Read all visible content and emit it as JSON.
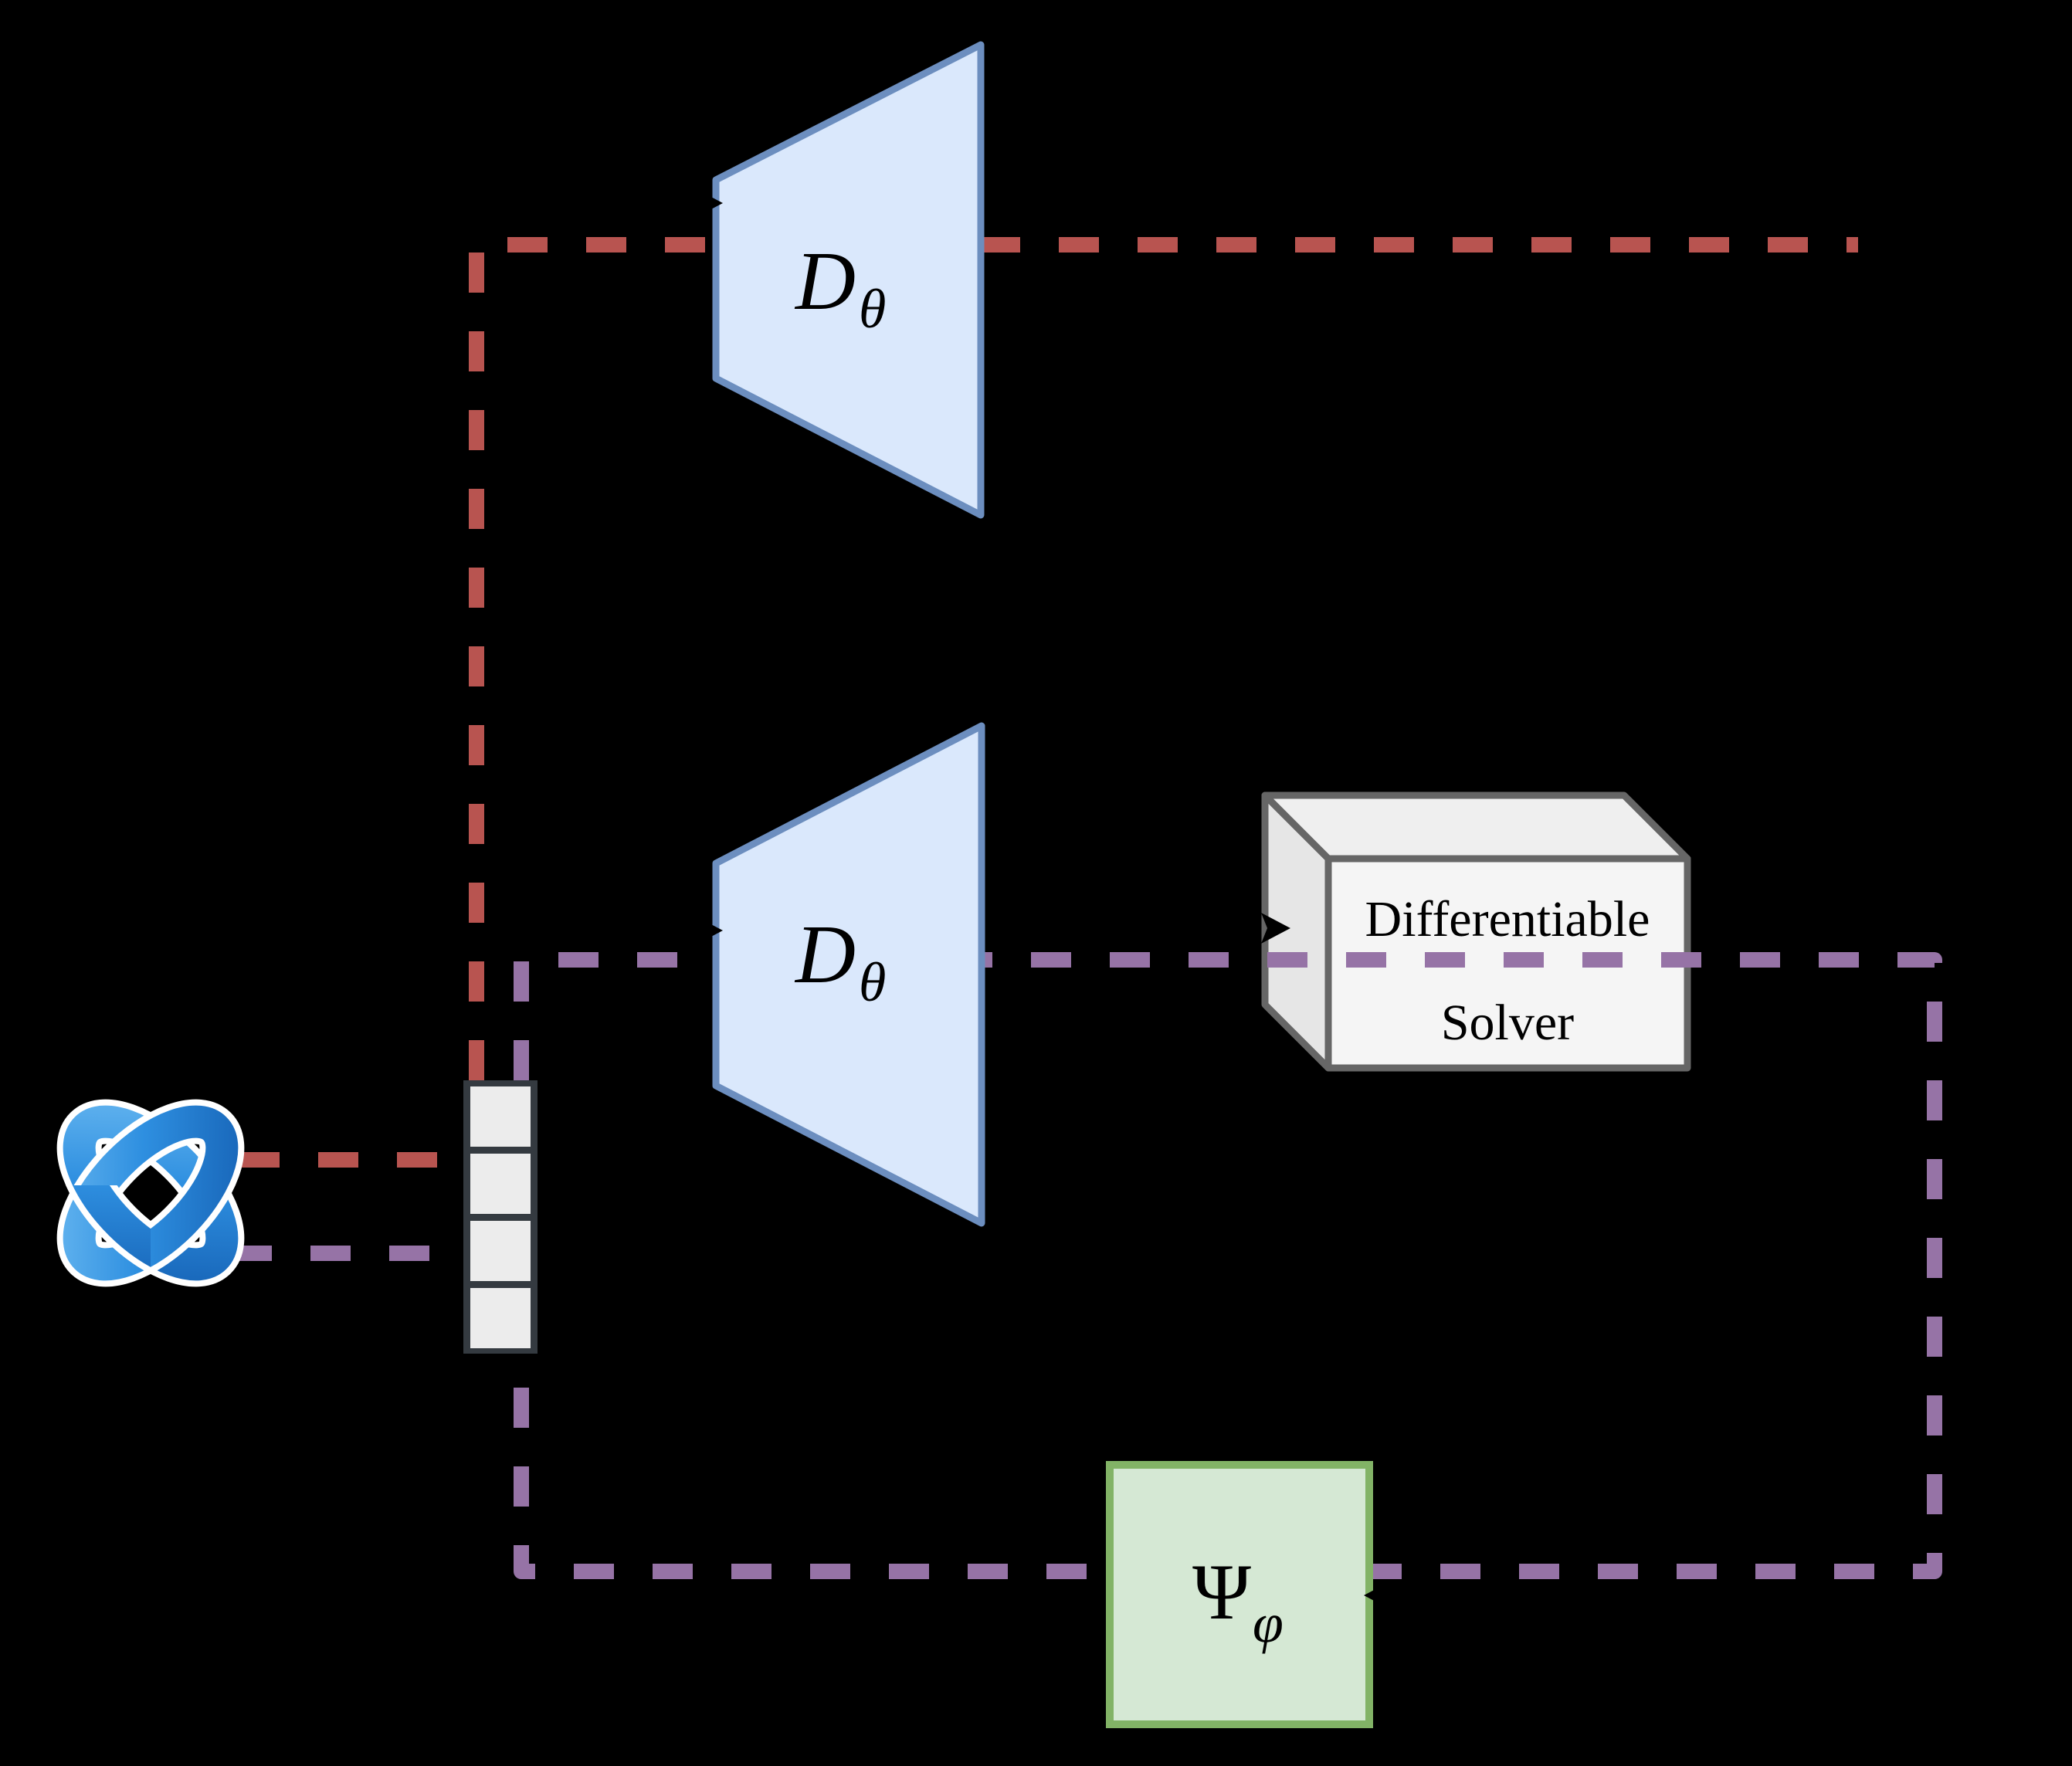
{
  "colors": {
    "background": "#000000",
    "red_line": "#b85450",
    "purple_line": "#9673a6",
    "decoder_fill": "#dae8fc",
    "decoder_stroke": "#6c8ebf",
    "solver_fill": "#f5f5f5",
    "solver_top_fill": "#efefef",
    "solver_side_fill": "#e6e6e6",
    "solver_stroke": "#666666",
    "hyper_fill": "#d5e8d4",
    "hyper_stroke": "#82b366",
    "latent_cell_fill": "#ececec",
    "latent_stroke": "#343a40",
    "arrow_black": "#000000",
    "text_black": "#000000",
    "knot_outline": "#ffffff",
    "knot_blue_light": "#7ec7f7",
    "knot_blue_mid": "#2e8fe0",
    "knot_blue_dark": "#0b4ea2"
  },
  "nodes": {
    "decoder_top": {
      "name": "D",
      "sub": "θ"
    },
    "decoder_middle": {
      "name": "D",
      "sub": "θ"
    },
    "solver": {
      "line1": "Differentiable",
      "line2": "Solver"
    },
    "hypernetwork": {
      "name": "Ψ",
      "sub": "φ"
    },
    "latent_code": {
      "cell_count": "4"
    }
  }
}
